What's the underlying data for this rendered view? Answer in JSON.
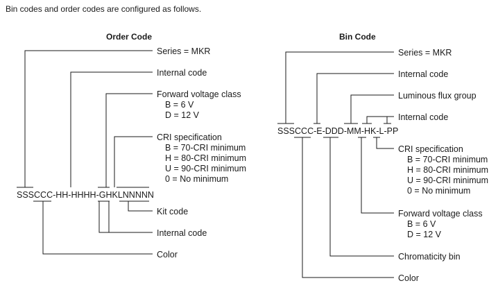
{
  "intro": "Bin codes and order codes are configured as follows.",
  "order": {
    "heading": "Order Code",
    "code": "SSSCCC-HH-HHHH-GHKLNNNNN",
    "labels": {
      "series": "Series = MKR",
      "internal1": "Internal code",
      "voltage": "Forward voltage class",
      "voltage_opts": [
        "B = 6 V",
        "D = 12 V"
      ],
      "cri": "CRI specification",
      "cri_opts": [
        "B = 70-CRI minimum",
        "H = 80-CRI minimum",
        "U = 90-CRI minimum",
        "0 = No minimum"
      ],
      "kit": "Kit code",
      "internal2": "Internal code",
      "color": "Color"
    }
  },
  "bin": {
    "heading": "Bin Code",
    "code": "SSSCCC-E-DDD-MM-HK-L-PP",
    "labels": {
      "series": "Series = MKR",
      "internal1": "Internal code",
      "flux": "Luminous flux group",
      "internal2": "Internal code",
      "cri": "CRI specification",
      "cri_opts": [
        "B = 70-CRI minimum",
        "H = 80-CRI minimum",
        "U = 90-CRI minimum",
        "0 = No minimum"
      ],
      "voltage": "Forward voltage class",
      "voltage_opts": [
        "B = 6 V",
        "D = 12 V"
      ],
      "chroma": "Chromaticity bin",
      "color": "Color"
    }
  }
}
